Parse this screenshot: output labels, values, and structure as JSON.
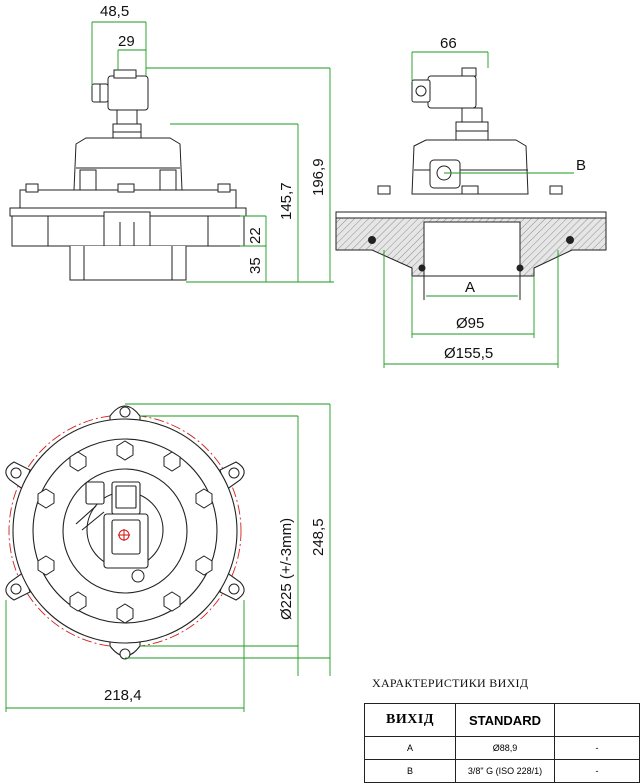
{
  "dimensions": {
    "top_left": {
      "width_outer": "48,5",
      "width_inner": "29",
      "height_total": "196,9",
      "height_body": "145,7",
      "height_flange": "22",
      "height_outlet": "35"
    },
    "top_right": {
      "width_coil": "66",
      "label_b": "B",
      "label_a": "A",
      "diameter_outlet": "Ø95",
      "diameter_flange": "Ø155,5"
    },
    "bottom": {
      "width": "218,4",
      "height": "248,5",
      "bolt_circle": "Ø225 (+/-3mm)"
    }
  },
  "table": {
    "title": "ХАРАКТЕРИСТИКИ ВИХІД",
    "headers": [
      "ВИХІД",
      "STANDARD",
      ""
    ],
    "rows": [
      [
        "A",
        "Ø88,9",
        "-"
      ],
      [
        "B",
        "3/8\" G (ISO 228/1)",
        "-"
      ]
    ]
  },
  "colors": {
    "line": "#222222",
    "dimension": "#1a9a1a",
    "bolt_circle": "#d02020",
    "section_fill": "#d8d8d8"
  }
}
